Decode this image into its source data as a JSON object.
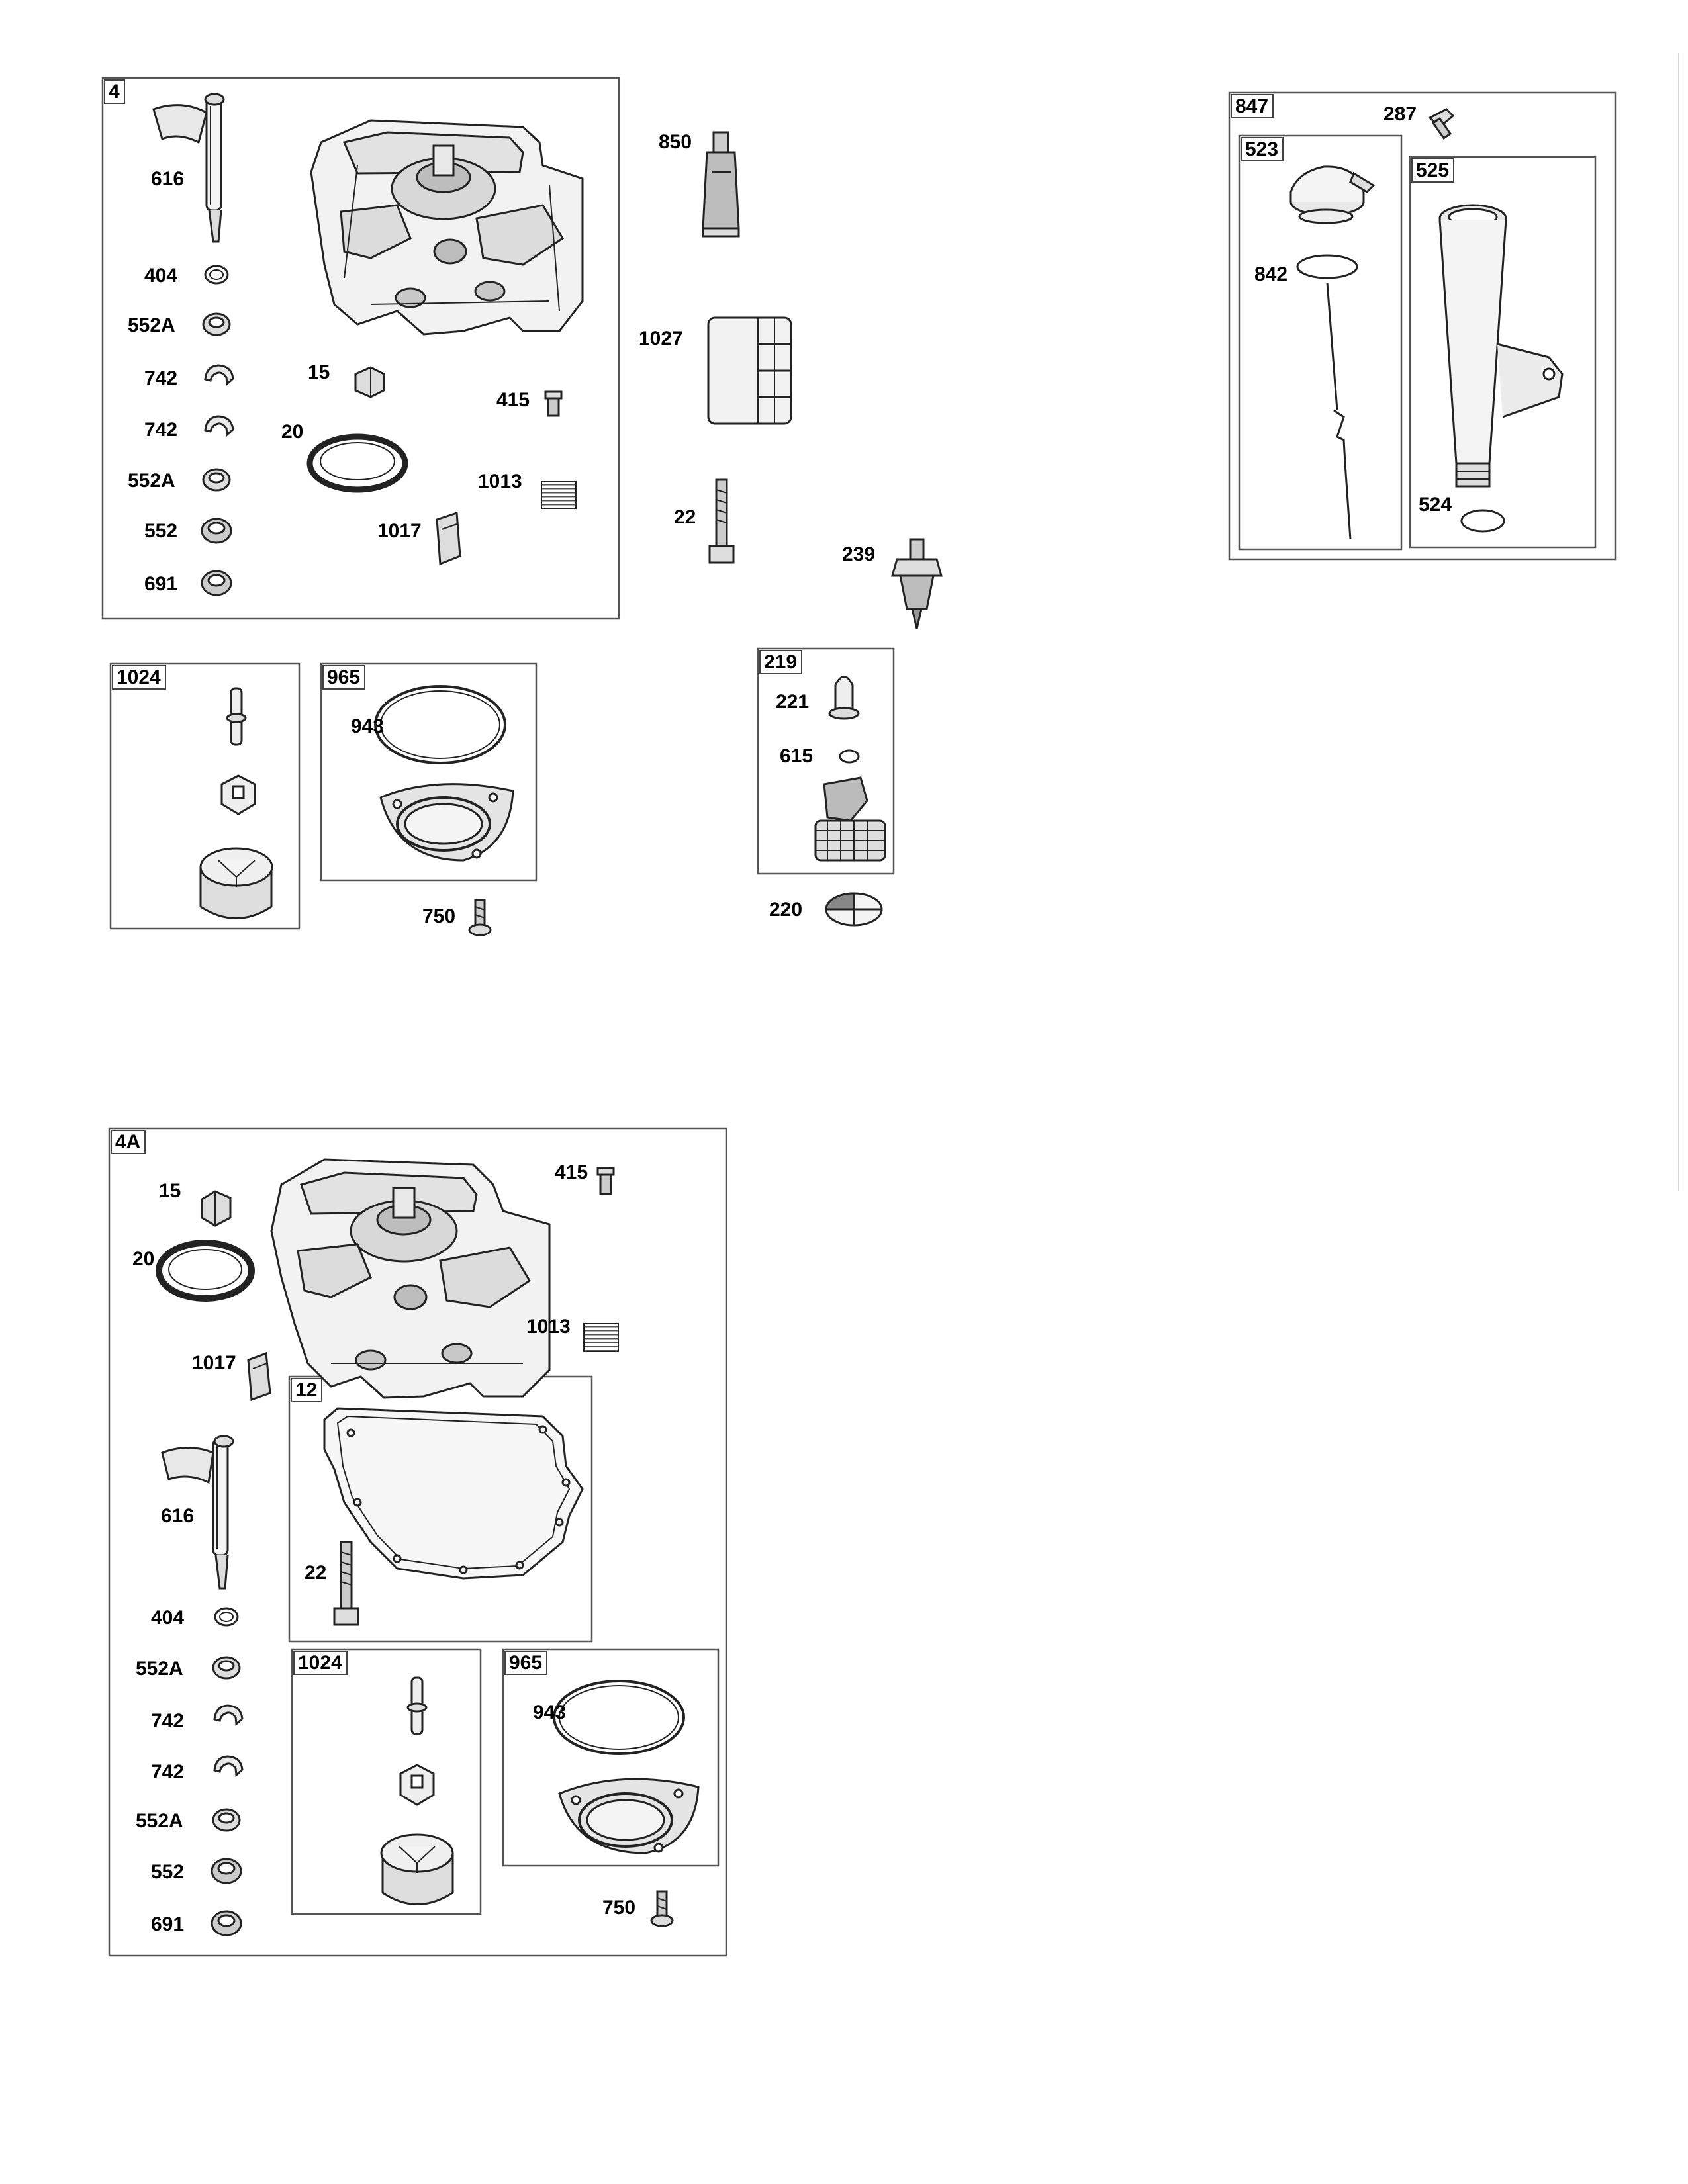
{
  "colors": {
    "line": "#222222",
    "frame": "#555555",
    "hatch": "#6b6b6b",
    "fill_light": "#f0f0f0",
    "fill_mid": "#cfcfcf"
  },
  "sections": {
    "main_4": {
      "tag": "4",
      "labels": {
        "p616": "616",
        "p404": "404",
        "p552a_1": "552A",
        "p742_1": "742",
        "p742_2": "742",
        "p552a_2": "552A",
        "p552": "552",
        "p691": "691",
        "p15": "15",
        "p20": "20",
        "p415": "415",
        "p1013": "1013",
        "p1017": "1017"
      },
      "icons": [
        "dipstick-tube-icon",
        "crankcase-sump-icon",
        "o-ring-icon",
        "seal-washer-icon",
        "e-ring-clip-icon",
        "plug-icon",
        "oil-seal-icon",
        "bolt-icon",
        "sealant-strip-icon",
        "clip-icon"
      ]
    },
    "loose_parts": {
      "p850": "850",
      "p1027": "1027",
      "p22": "22",
      "p239": "239",
      "p750": "750",
      "p220": "220"
    },
    "kit_1024": {
      "tag": "1024"
    },
    "kit_965": {
      "tag": "965",
      "p943": "943"
    },
    "kit_219": {
      "tag": "219",
      "p221": "221",
      "p615": "615"
    },
    "kit_847": {
      "tag": "847",
      "p287": "287",
      "sub_523": {
        "tag": "523",
        "p842": "842"
      },
      "sub_525": {
        "tag": "525",
        "p524": "524"
      }
    },
    "main_4a": {
      "tag": "4A",
      "labels": {
        "p15": "15",
        "p20": "20",
        "p415": "415",
        "p1013": "1013",
        "p1017": "1017",
        "p616": "616",
        "p404": "404",
        "p552a_1": "552A",
        "p742_1": "742",
        "p742_2": "742",
        "p552a_2": "552A",
        "p552": "552",
        "p691": "691",
        "p750": "750"
      },
      "kit_12": {
        "tag": "12",
        "p22": "22"
      },
      "kit_1024": {
        "tag": "1024"
      },
      "kit_965": {
        "tag": "965",
        "p943": "943"
      }
    }
  }
}
